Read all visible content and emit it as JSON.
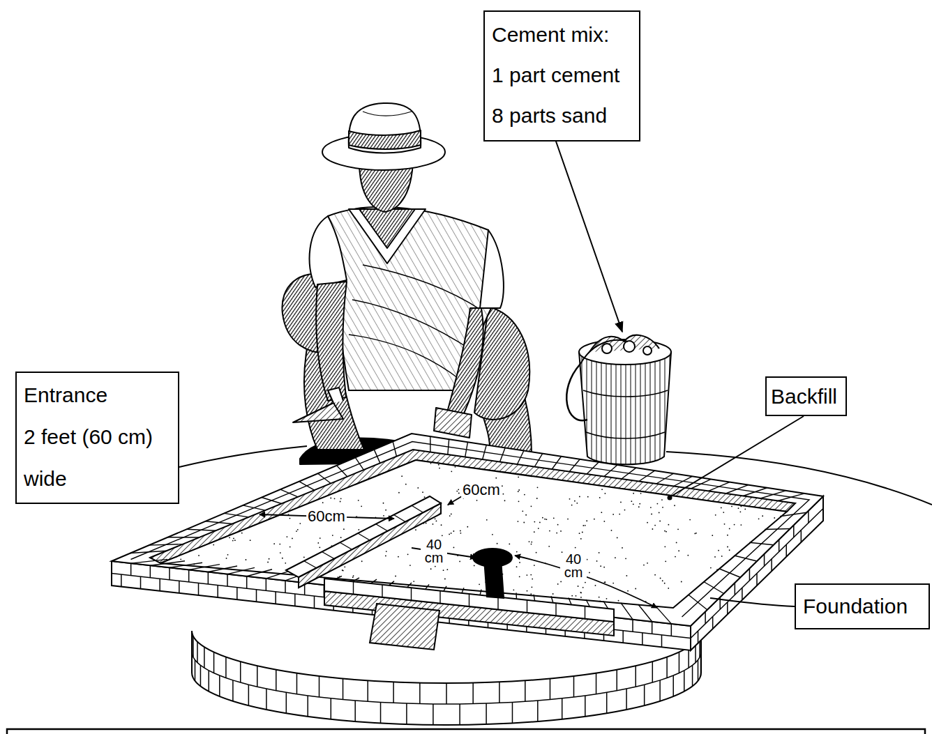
{
  "diagram": {
    "nodes": [
      {
        "text": [
          "Cement mix:",
          "1 part cement",
          "8 parts sand"
        ]
      },
      {
        "text": [
          "Entrance",
          "2 feet (60 cm) wide"
        ]
      },
      {
        "text": [
          "Backfill"
        ]
      },
      {
        "text": [
          "Foundation"
        ]
      }
    ],
    "labels": [
      "60cm",
      "60cm",
      "40 cm",
      "40 cm"
    ]
  }
}
